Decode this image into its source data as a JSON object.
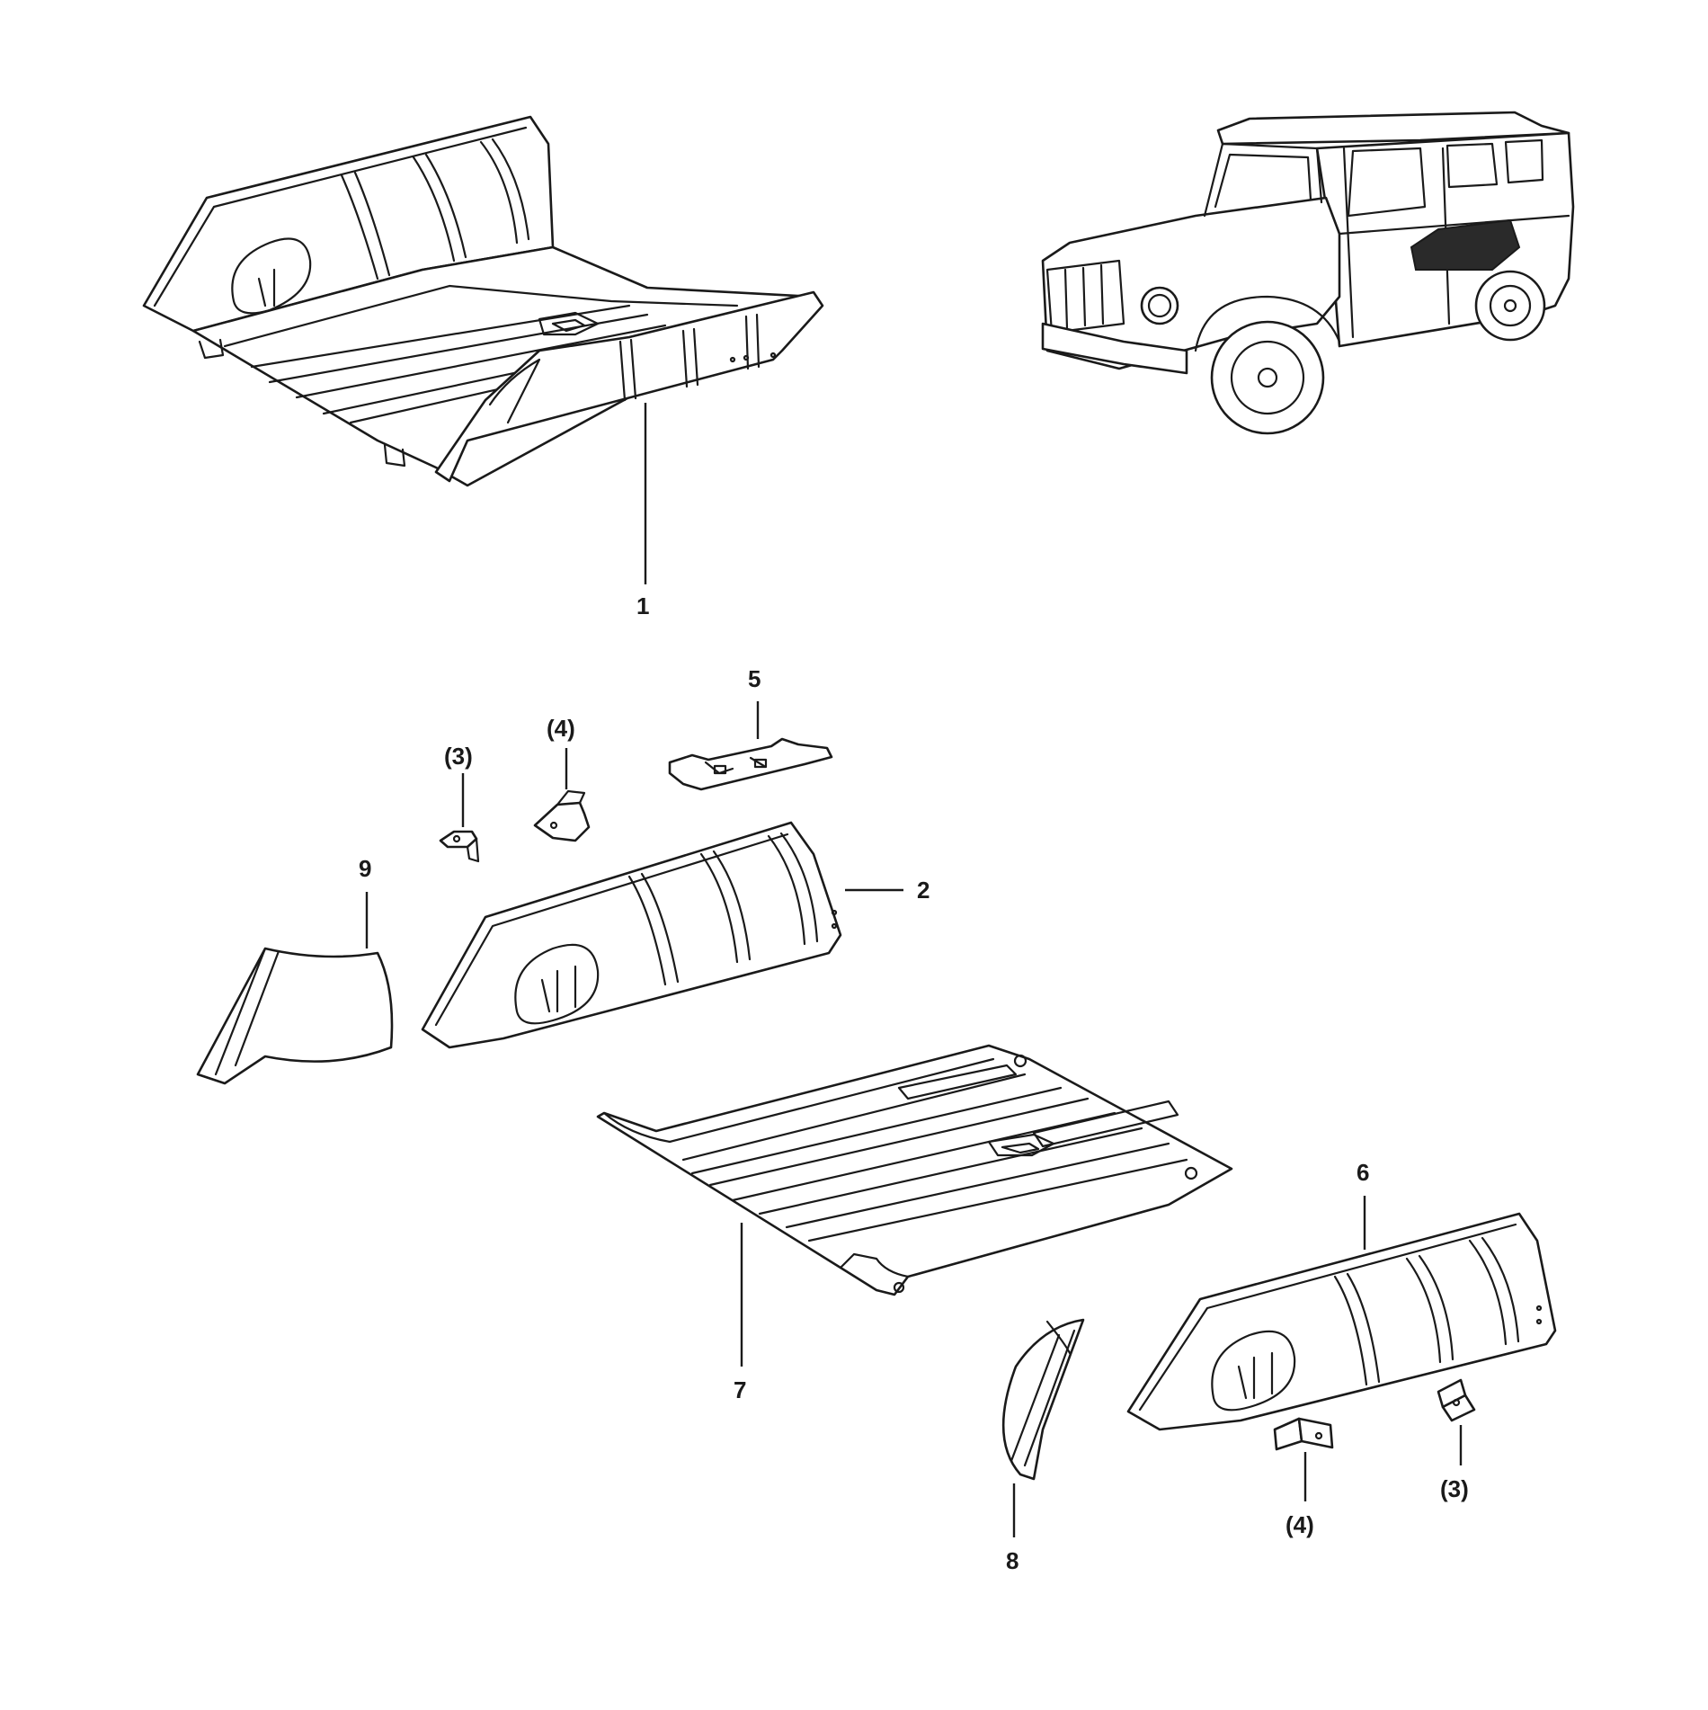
{
  "diagram": {
    "callouts": {
      "p1": "1",
      "p2": "2",
      "p3a": "(3)",
      "p3b": "(3)",
      "p4a": "(4)",
      "p4b": "(4)",
      "p5": "5",
      "p6": "6",
      "p7": "7",
      "p8": "8",
      "p9": "9"
    },
    "colors": {
      "line": "#1a1a1a",
      "background": "#ffffff",
      "highlight": "#2a2a2a"
    }
  }
}
